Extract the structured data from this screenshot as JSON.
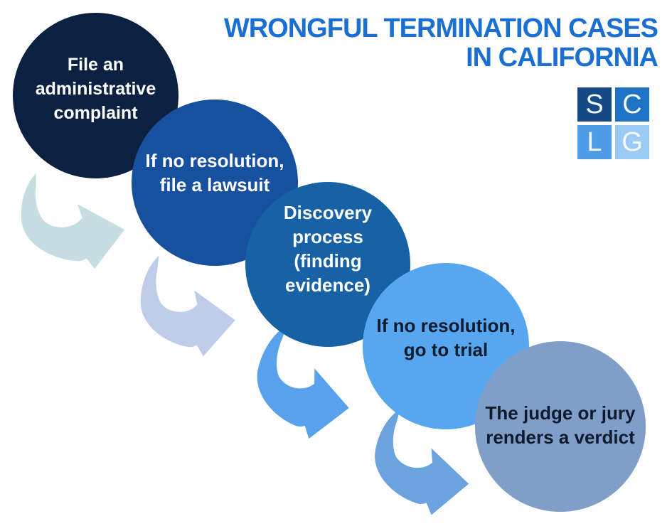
{
  "title": {
    "lines": [
      "WRONGFUL TERMINATION CASES",
      "IN CALIFORNIA"
    ],
    "color": "#1c6fd2"
  },
  "logo": {
    "name": "SCLG",
    "squares": [
      {
        "letter": "S",
        "color": "#164a85"
      },
      {
        "letter": "C",
        "color": "#1f72c4"
      },
      {
        "letter": "L",
        "color": "#4f9ce9"
      },
      {
        "letter": "G",
        "color": "#9bcbf4"
      }
    ]
  },
  "steps": [
    {
      "lines": [
        "File an",
        "administrative",
        "complaint"
      ],
      "circle_color": "#0c2141",
      "text_color": "#ffffff"
    },
    {
      "lines": [
        "If no resolution,",
        "file a lawsuit"
      ],
      "circle_color": "#17509f",
      "text_color": "#ffffff"
    },
    {
      "lines": [
        "Discovery",
        "process",
        "(finding",
        "evidence)"
      ],
      "circle_color": "#1761a5",
      "text_color": "#ffffff"
    },
    {
      "lines": [
        "If no resolution,",
        "go to trial"
      ],
      "circle_color": "#56a7ef",
      "text_color": "#0e1b2e"
    },
    {
      "lines": [
        "The judge or jury",
        "renders a verdict"
      ],
      "circle_color": "#809fc8",
      "text_color": "#0e1b2e"
    }
  ],
  "arrows": [
    {
      "color": "#c6dde4"
    },
    {
      "color": "#bfcdea"
    },
    {
      "color": "#58a1ec"
    },
    {
      "color": "#6ba3de"
    }
  ]
}
